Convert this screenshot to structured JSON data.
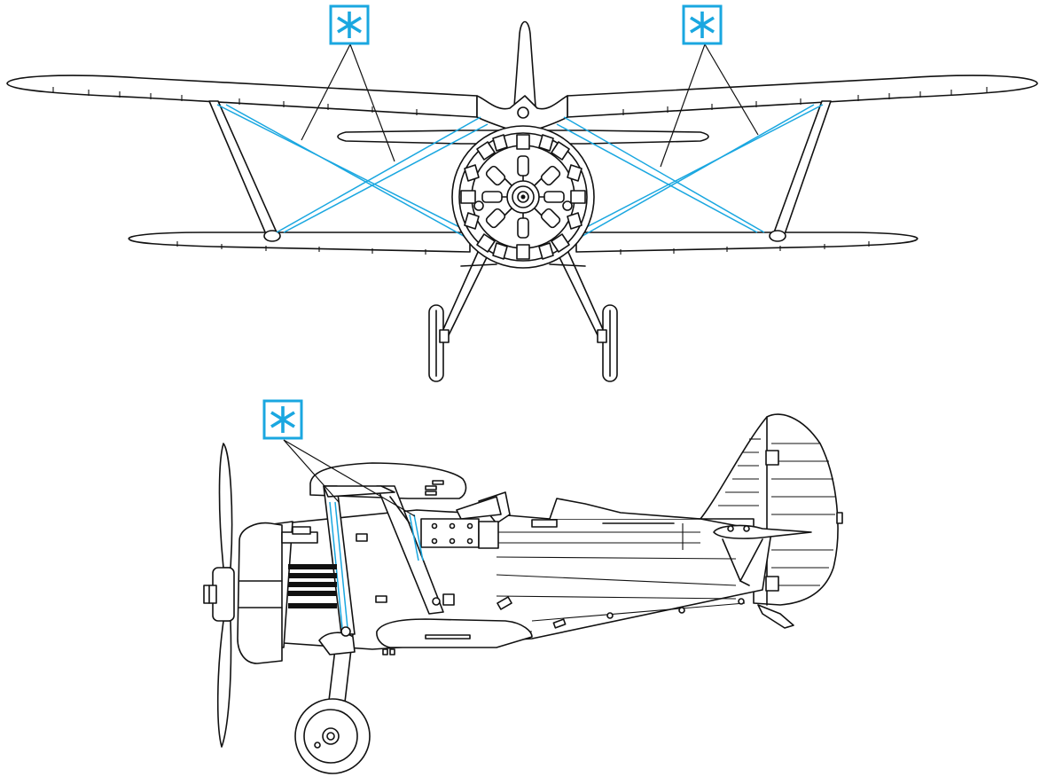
{
  "colors": {
    "line": "#111111",
    "accent": "#1aa7e0",
    "background": "#ffffff"
  },
  "markers": [
    {
      "icon": "asterisk-marker-icon",
      "view": "front"
    },
    {
      "icon": "asterisk-marker-icon",
      "view": "front"
    },
    {
      "icon": "asterisk-marker-icon",
      "view": "side"
    }
  ]
}
